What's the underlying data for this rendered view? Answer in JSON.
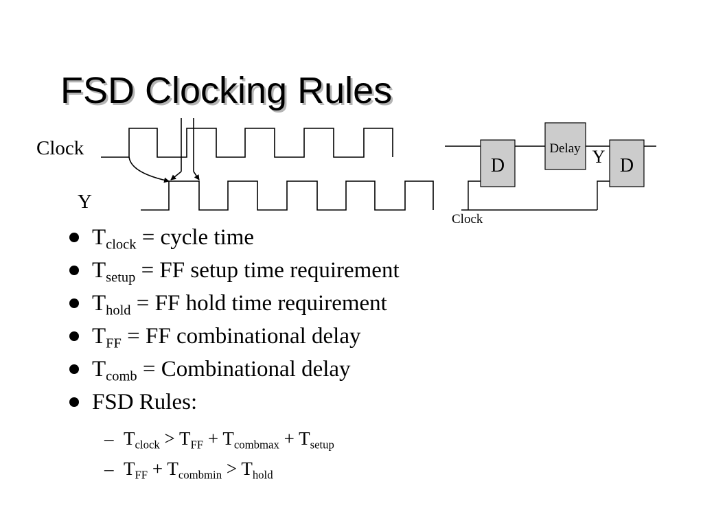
{
  "slide": {
    "title": "FSD Clocking Rules"
  },
  "timing_diagram": {
    "clock_label": "Clock",
    "y_label": "Y"
  },
  "circuit": {
    "left_ff_label": "D",
    "right_ff_label": "D",
    "delay_label": "Delay",
    "y_label": "Y",
    "clock_label": "Clock"
  },
  "bullets": [
    {
      "main": "T",
      "sub": "clock",
      "rest": " = cycle time"
    },
    {
      "main": "T",
      "sub": "setup",
      "rest": " = FF setup time requirement"
    },
    {
      "main": "T",
      "sub": "hold",
      "rest": " = FF hold time requirement"
    },
    {
      "main": "T",
      "sub": "FF",
      "rest": " = FF combinational delay"
    },
    {
      "main": "T",
      "sub": "comb",
      "rest": " = Combinational delay"
    },
    {
      "main": "FSD Rules:"
    }
  ],
  "rules": {
    "dash": "–",
    "rule1": [
      {
        "t": "T"
      },
      {
        "s": "clock"
      },
      {
        "t": " > T"
      },
      {
        "s": "FF"
      },
      {
        "t": " + T"
      },
      {
        "s": "combmax"
      },
      {
        "t": " + T"
      },
      {
        "s": "setup"
      }
    ],
    "rule2": [
      {
        "t": "T"
      },
      {
        "s": "FF"
      },
      {
        "t": " + T"
      },
      {
        "s": "combmin"
      },
      {
        "t": " > T"
      },
      {
        "s": "hold"
      }
    ]
  }
}
